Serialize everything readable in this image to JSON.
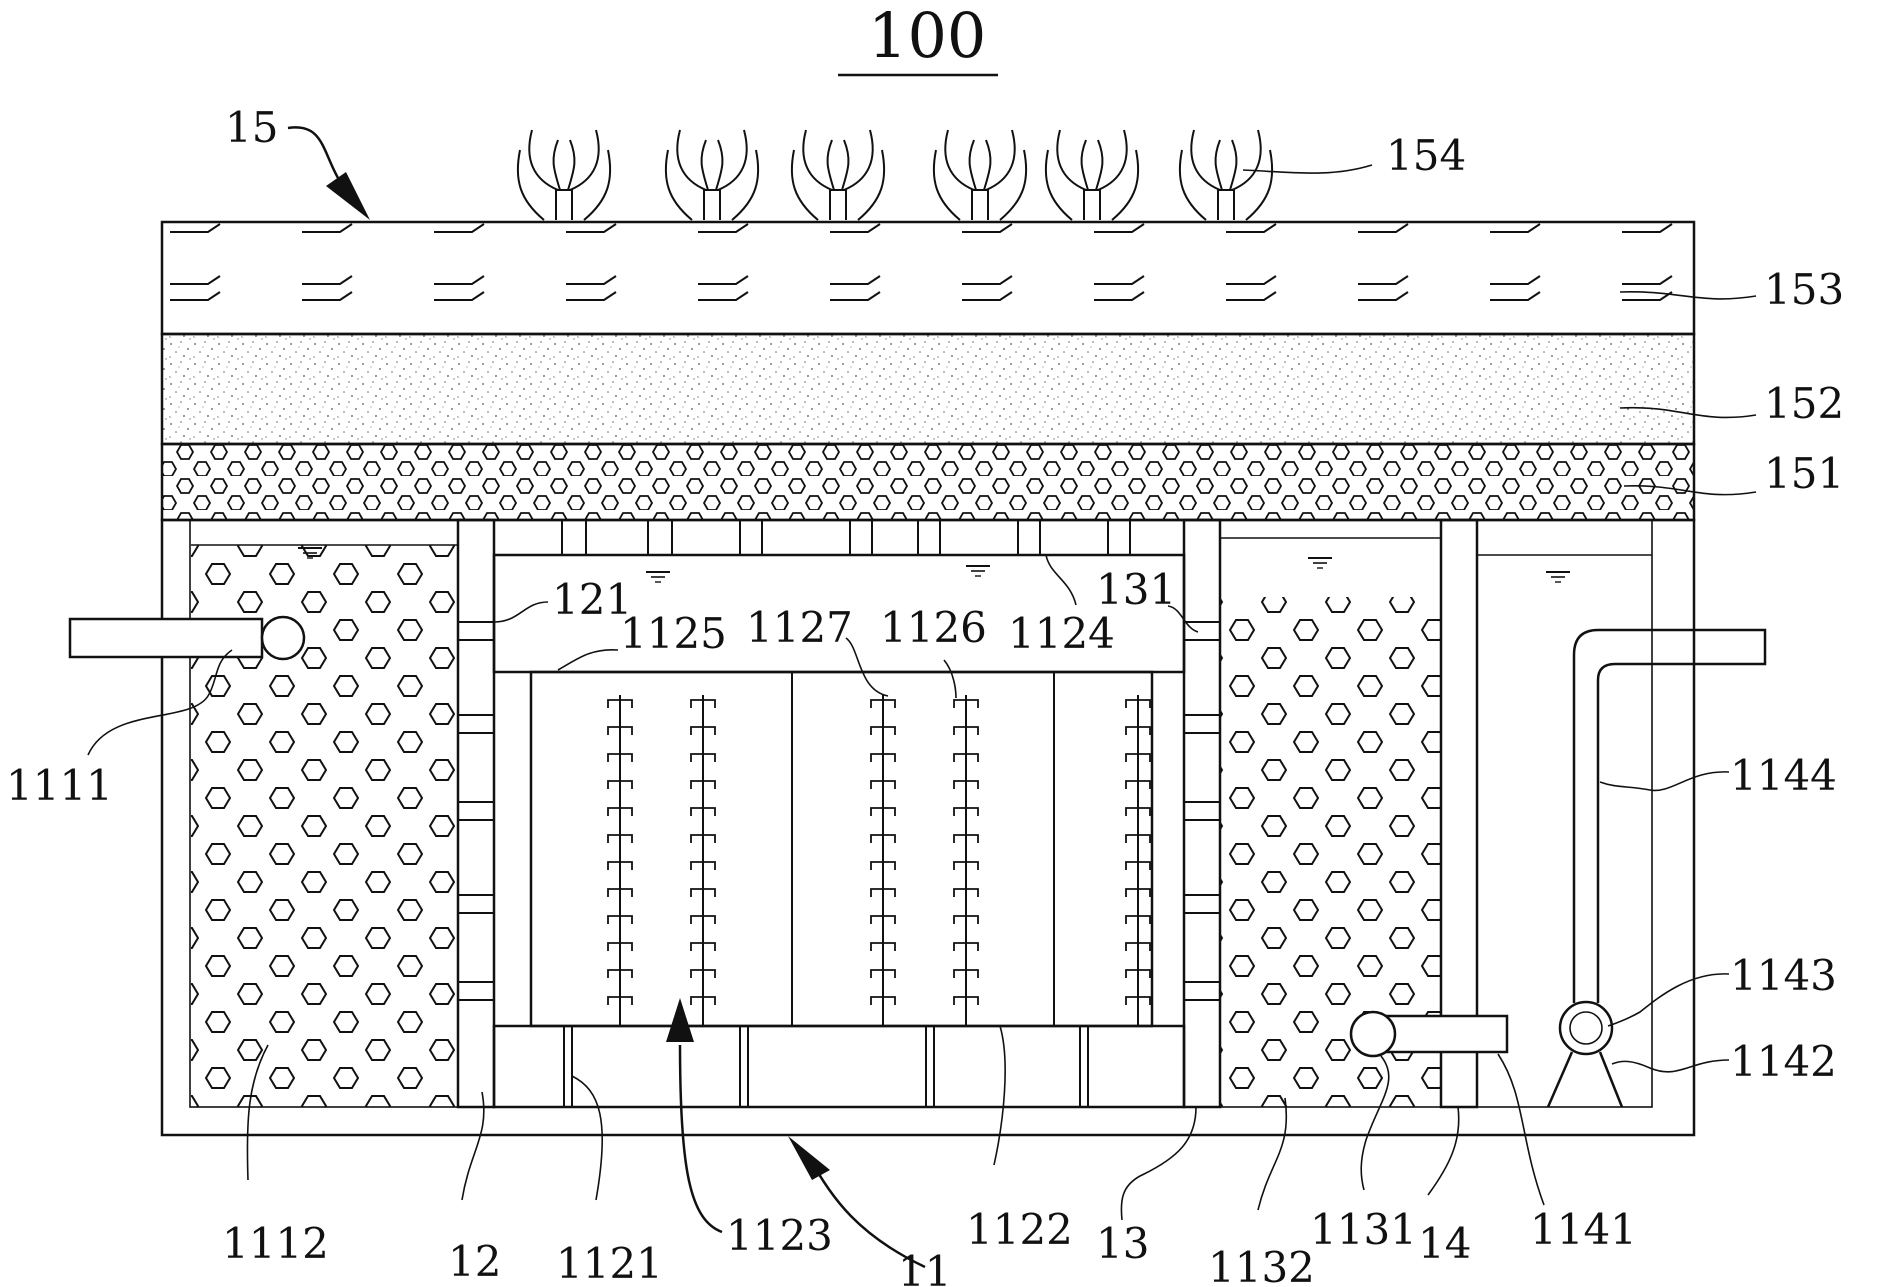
{
  "figure": {
    "title": "100"
  },
  "labels": {
    "l15": "15",
    "l154": "154",
    "l153": "153",
    "l152": "152",
    "l151": "151",
    "l121": "121",
    "l1125": "1125",
    "l1127": "1127",
    "l1126": "1126",
    "l1124": "1124",
    "l131": "131",
    "l1111": "1111",
    "l1144": "1144",
    "l1143": "1143",
    "l1142": "1142",
    "l1112": "1112",
    "l12": "12",
    "l1121": "1121",
    "l1123": "1123",
    "l11": "11",
    "l1122": "1122",
    "l13": "13",
    "l1132": "1132",
    "l1131": "1131",
    "l14": "14",
    "l1141": "1141"
  },
  "colors": {
    "line": "#111111",
    "background": "#ffffff"
  }
}
